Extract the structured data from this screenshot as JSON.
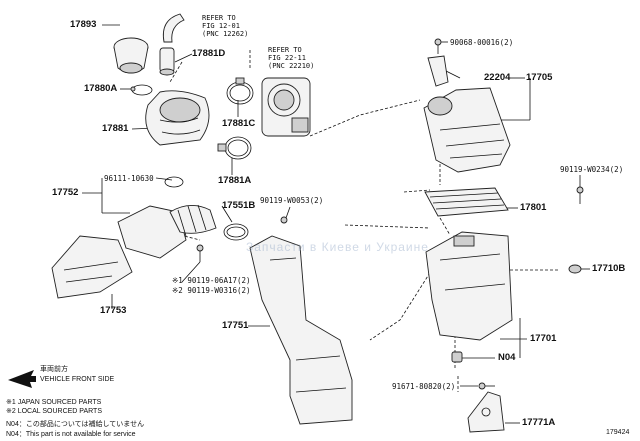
{
  "diagram_id": "179424",
  "references": {
    "ref1": {
      "line1": "REFER TO",
      "line2": "FIG 12-01",
      "line3": "(PNC 12262)"
    },
    "ref2": {
      "line1": "REFER TO",
      "line2": "FIG 22-11",
      "line3": "(PNC 22210)"
    }
  },
  "parts": {
    "p17893": "17893",
    "p17881d": "17881D",
    "p17880a": "17880A",
    "p17881": "17881",
    "p17881c": "17881C",
    "p17881a": "17881A",
    "p90068": "90068-00016(2)",
    "p22204": "22204",
    "p17705": "17705",
    "p17752": "17752",
    "p96111": "96111-10630",
    "p17551b": "17551B",
    "p90119_0053": "90119-W0053(2)",
    "p17801": "17801",
    "p90119_0234": "90119-W0234(2)",
    "p17710b": "17710B",
    "p90119_06a17": "※1  90119-06A17(2)",
    "p90119_0316": "※2  90119-W0316(2)",
    "p17753": "17753",
    "p17751": "17751",
    "p17701": "17701",
    "pN04": "N04",
    "p91671": "91671-80820(2)",
    "p17771a": "17771A"
  },
  "legend": {
    "front_jp": "車両前方",
    "front_en": "VEHICLE FRONT SIDE",
    "note1": "※1 JAPAN SOURCED PARTS",
    "note2": "※2 LOCAL SOURCED PARTS",
    "n04_jp": "N04：この部品については補給していません",
    "n04_en": "N04：This part is not available for service"
  },
  "watermark": "Запчасти в Киеве и Украине"
}
